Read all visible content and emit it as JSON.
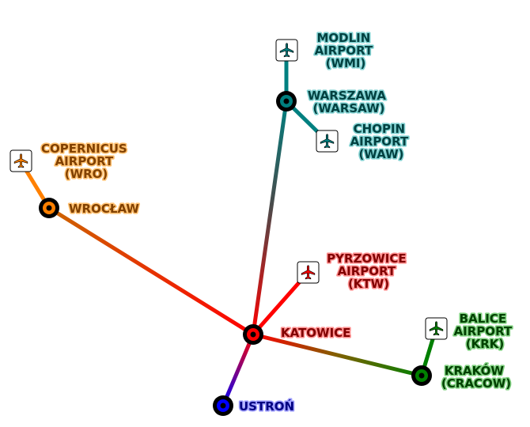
{
  "colors": {
    "katowice": "#ff0000",
    "wroclaw": "#ff8000",
    "warszawa": "#008080",
    "krakow": "#008000",
    "ustron": "#0000ff",
    "label_katowice": "#800000",
    "label_wroclaw": "#804000",
    "label_warszawa": "#004040",
    "label_krakow": "#004000",
    "label_ustron": "#000080"
  },
  "cities": {
    "katowice": {
      "lines": [
        "KATOWICE"
      ]
    },
    "wroclaw": {
      "lines": [
        "WROCŁAW"
      ]
    },
    "warszawa": {
      "lines": [
        "WARSZAWA",
        "(WARSAW)"
      ]
    },
    "krakow": {
      "lines": [
        "KRAKÓW",
        "(CRACOW)"
      ]
    },
    "ustron": {
      "lines": [
        "USTROŃ"
      ]
    }
  },
  "airports": {
    "ktw": {
      "icon": "airplane-icon",
      "lines": [
        "PYRZOWICE",
        "AIRPORT",
        "(KTW)"
      ]
    },
    "wro": {
      "icon": "airplane-icon",
      "lines": [
        "COPERNICUS",
        "AIRPORT",
        "(WRO)"
      ]
    },
    "wmi": {
      "icon": "airplane-icon",
      "lines": [
        "MODLIN",
        "AIRPORT",
        "(WMI)"
      ]
    },
    "waw": {
      "icon": "airplane-icon",
      "lines": [
        "CHOPIN",
        "AIRPORT",
        "(WAW)"
      ]
    },
    "krk": {
      "icon": "airplane-icon",
      "lines": [
        "BALICE",
        "AIRPORT",
        "(KRK)"
      ]
    }
  }
}
